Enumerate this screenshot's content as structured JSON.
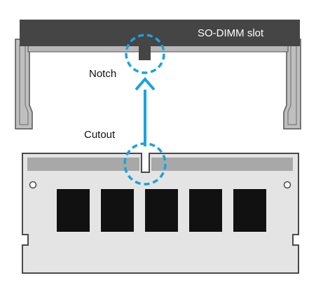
{
  "diagram": {
    "slot_label": "SO-DIMM slot",
    "notch_label": "Notch",
    "cutout_label": "Cutout",
    "chip_count": 5,
    "colors": {
      "slot_dark": "#454545",
      "slot_grey": "#b8b8b8",
      "slot_outline": "#555555",
      "module_fill": "#e4e4e4",
      "module_stroke": "#4a4a4a",
      "contact_strip": "#a8a8a8",
      "chip": "#111111",
      "accent": "#1aa3dc"
    }
  }
}
